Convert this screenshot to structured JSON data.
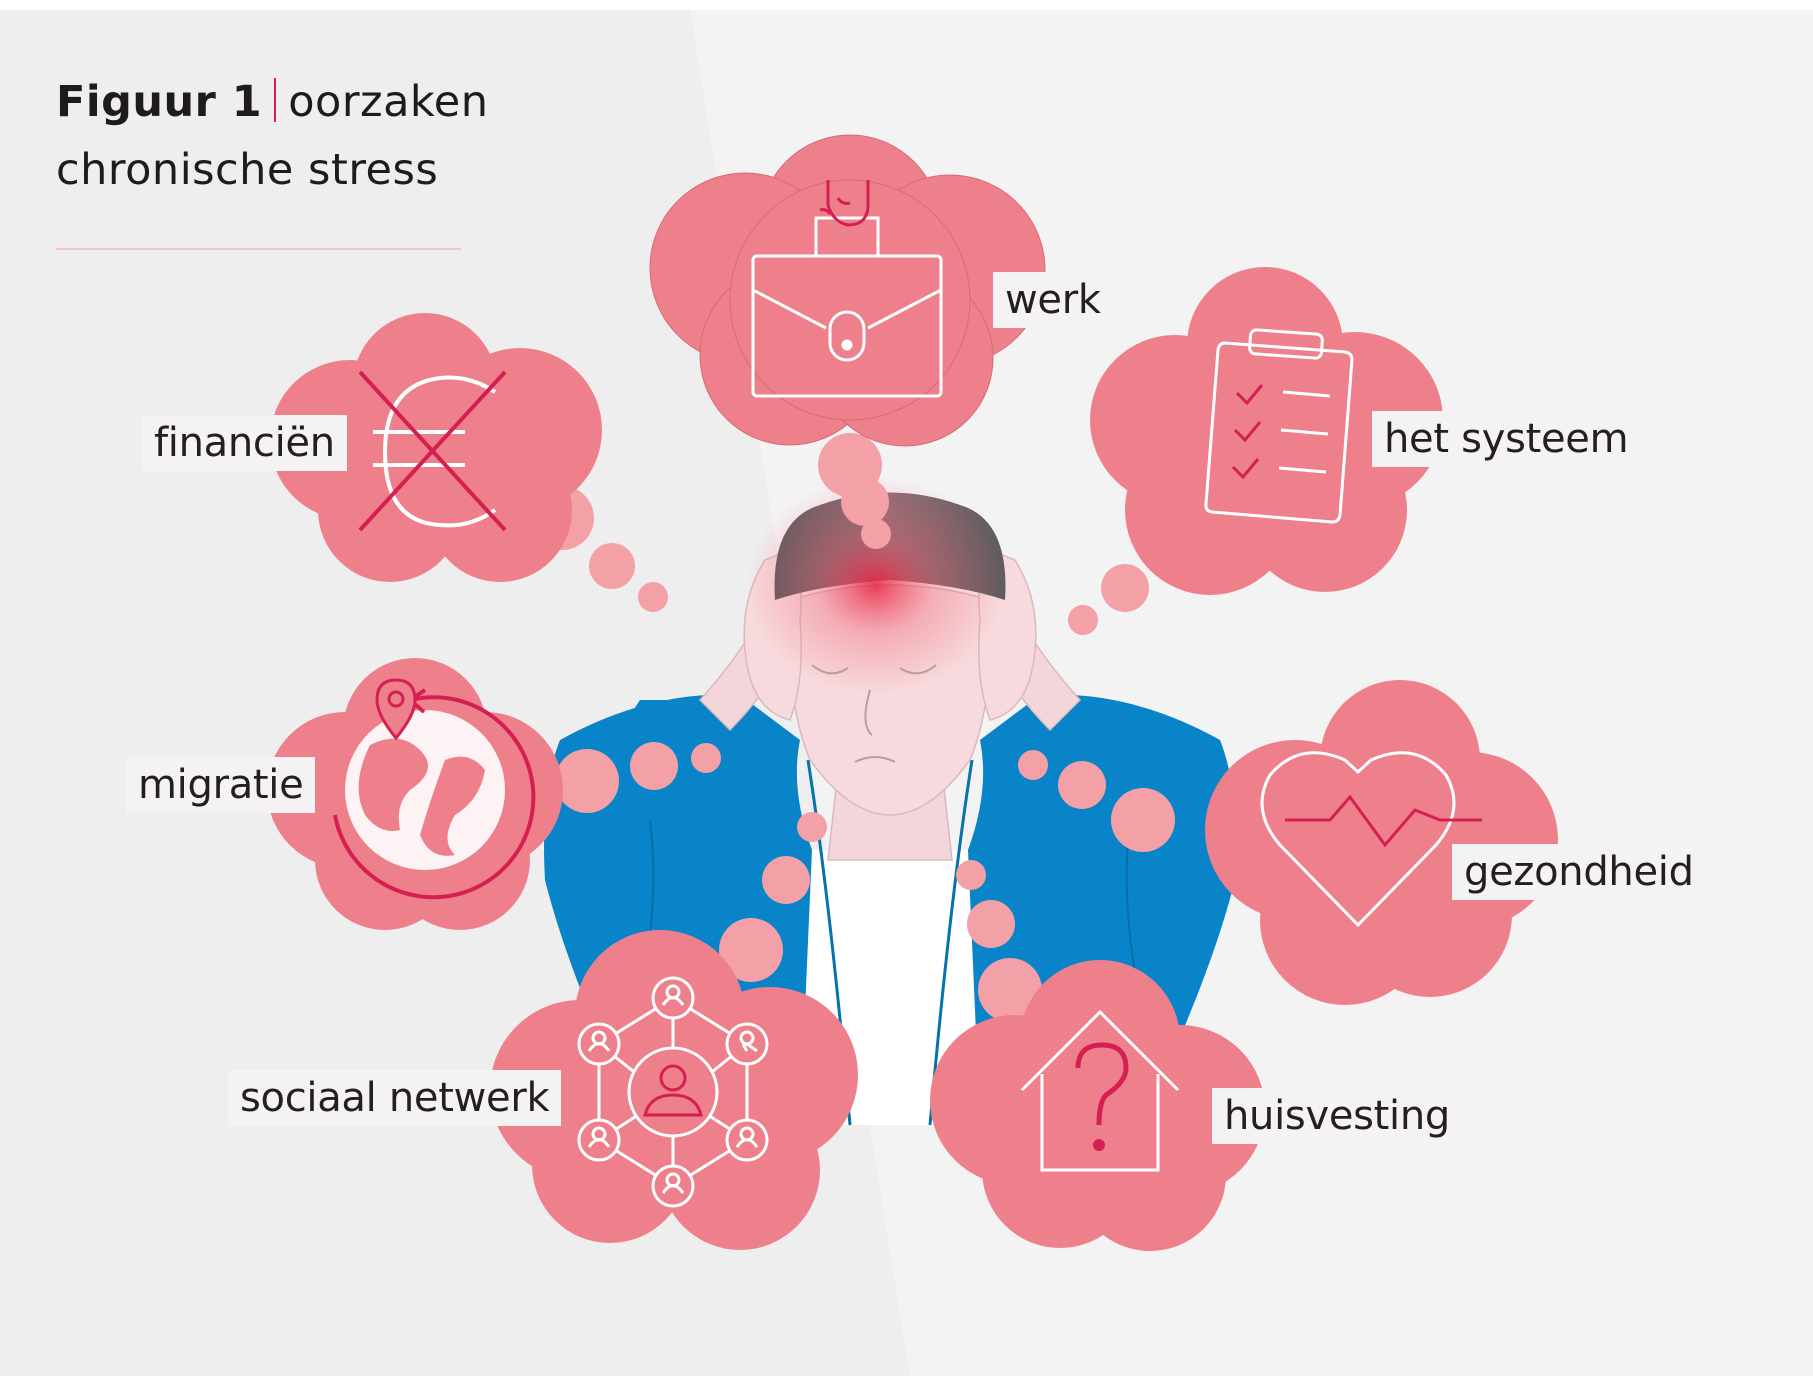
{
  "title": {
    "lead": "Figuur 1",
    "rest_line1": "oorzaken",
    "line2": "chronische stress"
  },
  "causes": [
    {
      "id": "werk",
      "label": "werk",
      "icon": "briefcase-icon"
    },
    {
      "id": "het-systeem",
      "label": "het systeem",
      "icon": "clipboard-checklist-icon"
    },
    {
      "id": "financien",
      "label": "financiën",
      "icon": "crossed-euro-icon"
    },
    {
      "id": "migratie",
      "label": "migratie",
      "icon": "globe-location-icon"
    },
    {
      "id": "gezondheid",
      "label": "gezondheid",
      "icon": "heart-pulse-icon"
    },
    {
      "id": "sociaal-netwerk",
      "label": "sociaal netwerk",
      "icon": "people-network-icon"
    },
    {
      "id": "huisvesting",
      "label": "huisvesting",
      "icon": "house-question-icon"
    }
  ],
  "colors": {
    "cloud": "#ee808c",
    "bubble": "#f3a0a7",
    "accent": "#d51f52",
    "jacket": "#0a84c8",
    "skin": "#f7dadd",
    "hair": "#6d6a6d",
    "text": "#231f20"
  }
}
